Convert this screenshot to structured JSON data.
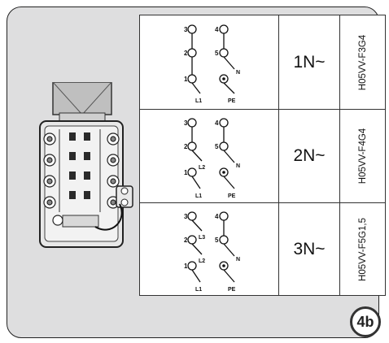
{
  "badge": "4b",
  "rows": [
    {
      "voltage": "1N~",
      "cable": "H05VV-F3G4",
      "terminals": {
        "t3": "3",
        "t4": "4",
        "t2": "2",
        "t5": "5",
        "t1": "1",
        "pe": "PE",
        "l1": "L1",
        "n": "N"
      }
    },
    {
      "voltage": "2N~",
      "cable": "H05VV-F4G4",
      "terminals": {
        "t3": "3",
        "t4": "4",
        "t2": "2",
        "t5": "5",
        "t1": "1",
        "pe": "PE",
        "l1": "L1",
        "l2": "L2",
        "n": "N"
      }
    },
    {
      "voltage": "3N~",
      "cable": "H05VV-F5G1,5",
      "terminals": {
        "t3": "3",
        "t4": "4",
        "t2": "2",
        "t5": "5",
        "t1": "1",
        "pe": "PE",
        "l1": "L1",
        "l2": "L2",
        "l3": "L3",
        "n": "N"
      }
    }
  ]
}
